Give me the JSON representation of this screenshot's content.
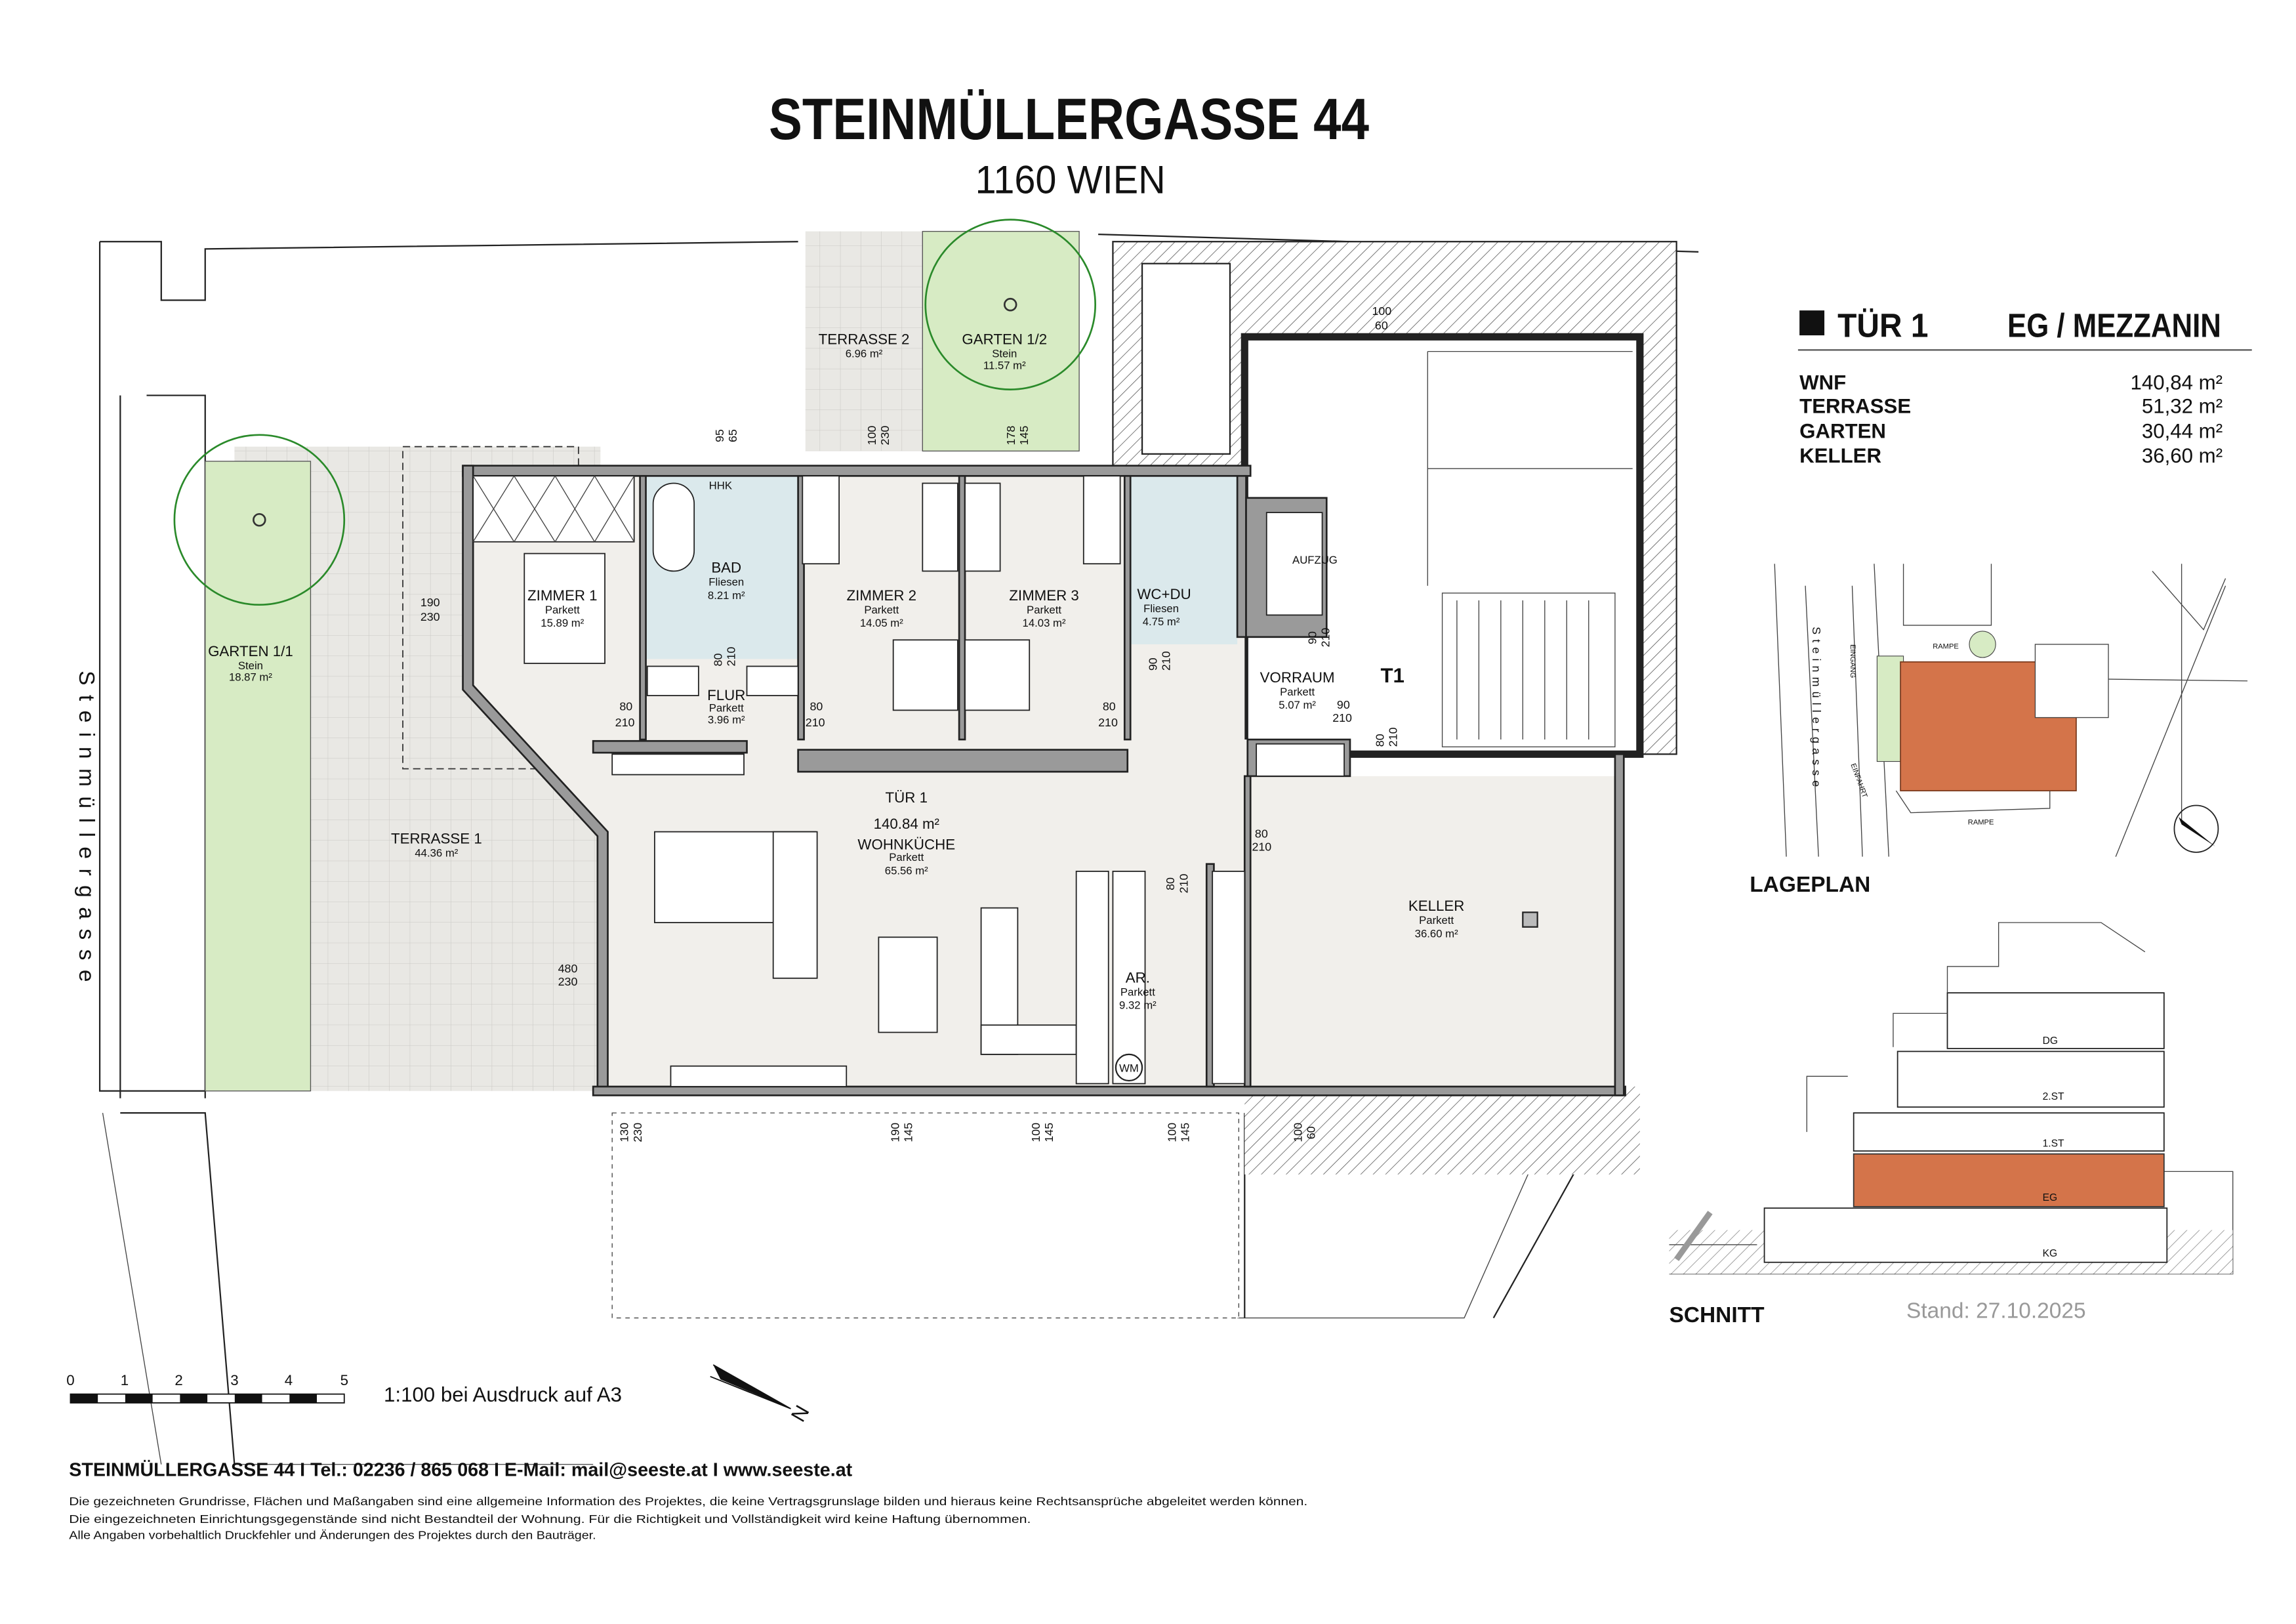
{
  "header": {
    "title": "STEINMÜLLERGASSE 44",
    "subtitle": "1160 WIEN"
  },
  "info": {
    "unit": "TÜR 1",
    "floor": "EG / MEZZANIN",
    "rows": [
      {
        "label": "WNF",
        "value": "140,84 m²"
      },
      {
        "label": "TERRASSE",
        "value": "51,32 m²"
      },
      {
        "label": "GARTEN",
        "value": "30,44 m²"
      },
      {
        "label": "KELLER",
        "value": "36,60 m²"
      }
    ]
  },
  "plan": {
    "street": "Steinmüllergasse",
    "unit_label": "TÜR 1",
    "unit_area": "140.84 m²",
    "stair_label": "T1",
    "elevator": "AUFZUG",
    "hhk": "HHK",
    "wm": "WM",
    "rooms": [
      {
        "name": "ZIMMER 1",
        "floor": "Parkett",
        "area": "15.89 m²"
      },
      {
        "name": "BAD",
        "floor": "Fliesen",
        "area": "8.21 m²"
      },
      {
        "name": "ZIMMER 2",
        "floor": "Parkett",
        "area": "14.05 m²"
      },
      {
        "name": "ZIMMER 3",
        "floor": "Parkett",
        "area": "14.03 m²"
      },
      {
        "name": "WC+DU",
        "floor": "Fliesen",
        "area": "4.75 m²"
      },
      {
        "name": "FLUR",
        "floor": "Parkett",
        "area": "3.96 m²"
      },
      {
        "name": "VORRAUM",
        "floor": "Parkett",
        "area": "5.07 m²"
      },
      {
        "name": "WOHNKÜCHE",
        "floor": "Parkett",
        "area": "65.56 m²"
      },
      {
        "name": "AR.",
        "floor": "Parkett",
        "area": "9.32 m²"
      },
      {
        "name": "KELLER",
        "floor": "Parkett",
        "area": "36.60 m²"
      },
      {
        "name": "TERRASSE 1",
        "floor": "",
        "area": "44.36 m²"
      },
      {
        "name": "GARTEN 1/1",
        "floor": "Stein",
        "area": "18.87 m²"
      },
      {
        "name": "TERRASSE 2",
        "floor": "",
        "area": "6.96 m²"
      },
      {
        "name": "GARTEN 1/2",
        "floor": "Stein",
        "area": "11.57 m²"
      }
    ],
    "dims": {
      "d95": [
        "95",
        "65"
      ],
      "d100a": [
        "100",
        "230"
      ],
      "d178": [
        "178",
        "145"
      ],
      "d100top": [
        "100",
        "60"
      ],
      "d190": [
        "190",
        "230"
      ],
      "d480": [
        "480",
        "230"
      ],
      "d80": [
        "80",
        "210"
      ],
      "d90": [
        "90",
        "210"
      ],
      "d130": [
        "130",
        "230"
      ],
      "d190b": [
        "190",
        "145"
      ],
      "d100b": [
        "100",
        "145"
      ],
      "d100bot": [
        "100",
        "60"
      ]
    }
  },
  "lageplan": {
    "title": "LAGEPLAN",
    "street": "Steinmüllergasse",
    "eingang": "EINGANG",
    "rampe": "RAMPE",
    "einfahrt": "EINFAHRT"
  },
  "schnitt": {
    "title": "SCHNITT",
    "stand": "Stand: 27.10.2025",
    "levels": [
      "DG",
      "2.ST",
      "1.ST",
      "EG",
      "KG"
    ]
  },
  "scale": {
    "ticks": [
      "0",
      "1",
      "2",
      "3",
      "4",
      "5"
    ],
    "label": "1:100 bei Ausdruck auf A3",
    "north": "N"
  },
  "footer": {
    "contact": "STEINMÜLLERGASSE 44 I Tel.: 02236 / 865 068 I E-Mail: mail@seeste.at I www.seeste.at",
    "disclaimer": [
      "Die gezeichneten Grundrisse, Flächen und Maßangaben sind eine allgemeine Information des Projektes, die keine Vertragsgrunslage bilden und hieraus keine Rechtsansprüche abgeleitet werden können.",
      "Die eingezeichneten Einrichtungsgegenstände sind nicht Bestandteil der Wohnung. Für die Richtigkeit und Vollständigkeit wird keine Haftung übernommen.",
      "Alle Angaben vorbehaltlich Druckfehler und Änderungen des Projektes durch den Bauträger."
    ]
  },
  "colors": {
    "highlight": "#d4744a",
    "garden": "#d7ebc4",
    "tile": "#dbe9ec"
  }
}
